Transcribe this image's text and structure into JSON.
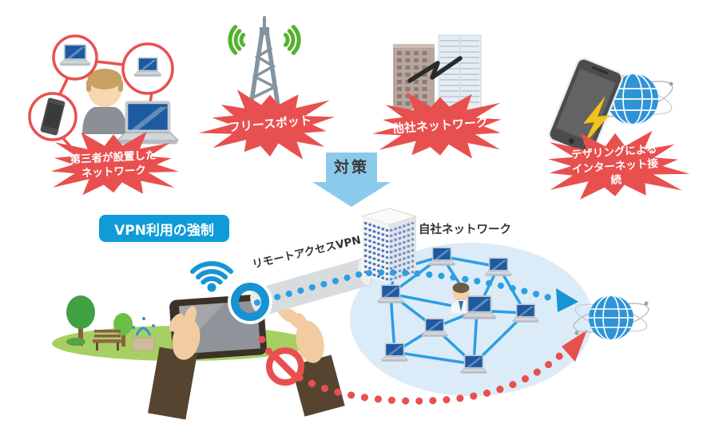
{
  "threat_bubbles": {
    "third_party_network": {
      "label": "第三者が設置した\nネットワーク"
    },
    "free_spot": {
      "label": "フリースポット"
    },
    "other_company_network": {
      "label": "他社ネットワーク"
    },
    "tethering": {
      "label": "テザリングによる\nインターネット接続"
    }
  },
  "countermeasure_arrow": {
    "label": "対策"
  },
  "vpn_policy_badge": {
    "label": "VPN利用の強制"
  },
  "vpn_tunnel": {
    "label": "リモートアクセスVPN"
  },
  "company_network": {
    "label": "自社ネットワーク"
  },
  "colors": {
    "threat_red": "#e8504f",
    "accent_blue": "#0e9bd8",
    "wifi_blue": "#1595d6",
    "network_line_blue": "#2b9fe2",
    "network_area_blue": "#dcebf8",
    "signal_green": "#54b22f",
    "arrow_light_blue": "#8ccaeb",
    "tube_grey": "#d9dcde",
    "globe_blue": "#2f94d6"
  },
  "icons": [
    "devices-network-icon",
    "radio-tower-icon",
    "office-buildings-icon",
    "smartphone-tethering-icon",
    "globe-icon",
    "wifi-icon",
    "vpn-ring-icon",
    "vpn-tunnel-icon",
    "server-icon",
    "laptop-icon",
    "person-icon",
    "prohibition-icon",
    "tablet-icon",
    "park-icon",
    "arrow-down-icon"
  ]
}
